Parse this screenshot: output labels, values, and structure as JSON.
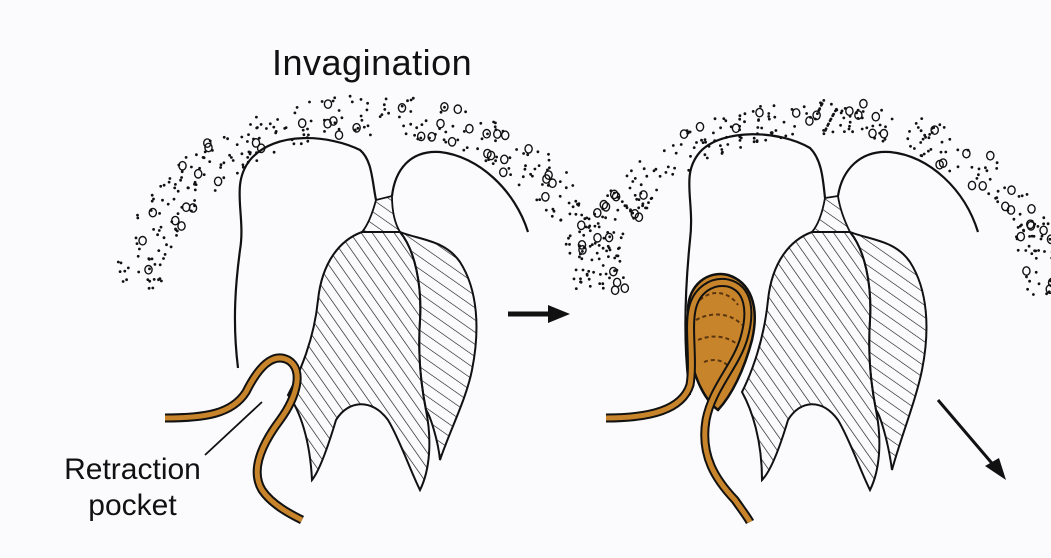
{
  "labels": {
    "title": "Invagination",
    "caption_line1": "Retraction",
    "caption_line2": "pocket"
  },
  "colors": {
    "membrane": "#c8842a",
    "membrane_dark": "#8a5419",
    "ink": "#111111",
    "background": "#fbfbfd"
  }
}
